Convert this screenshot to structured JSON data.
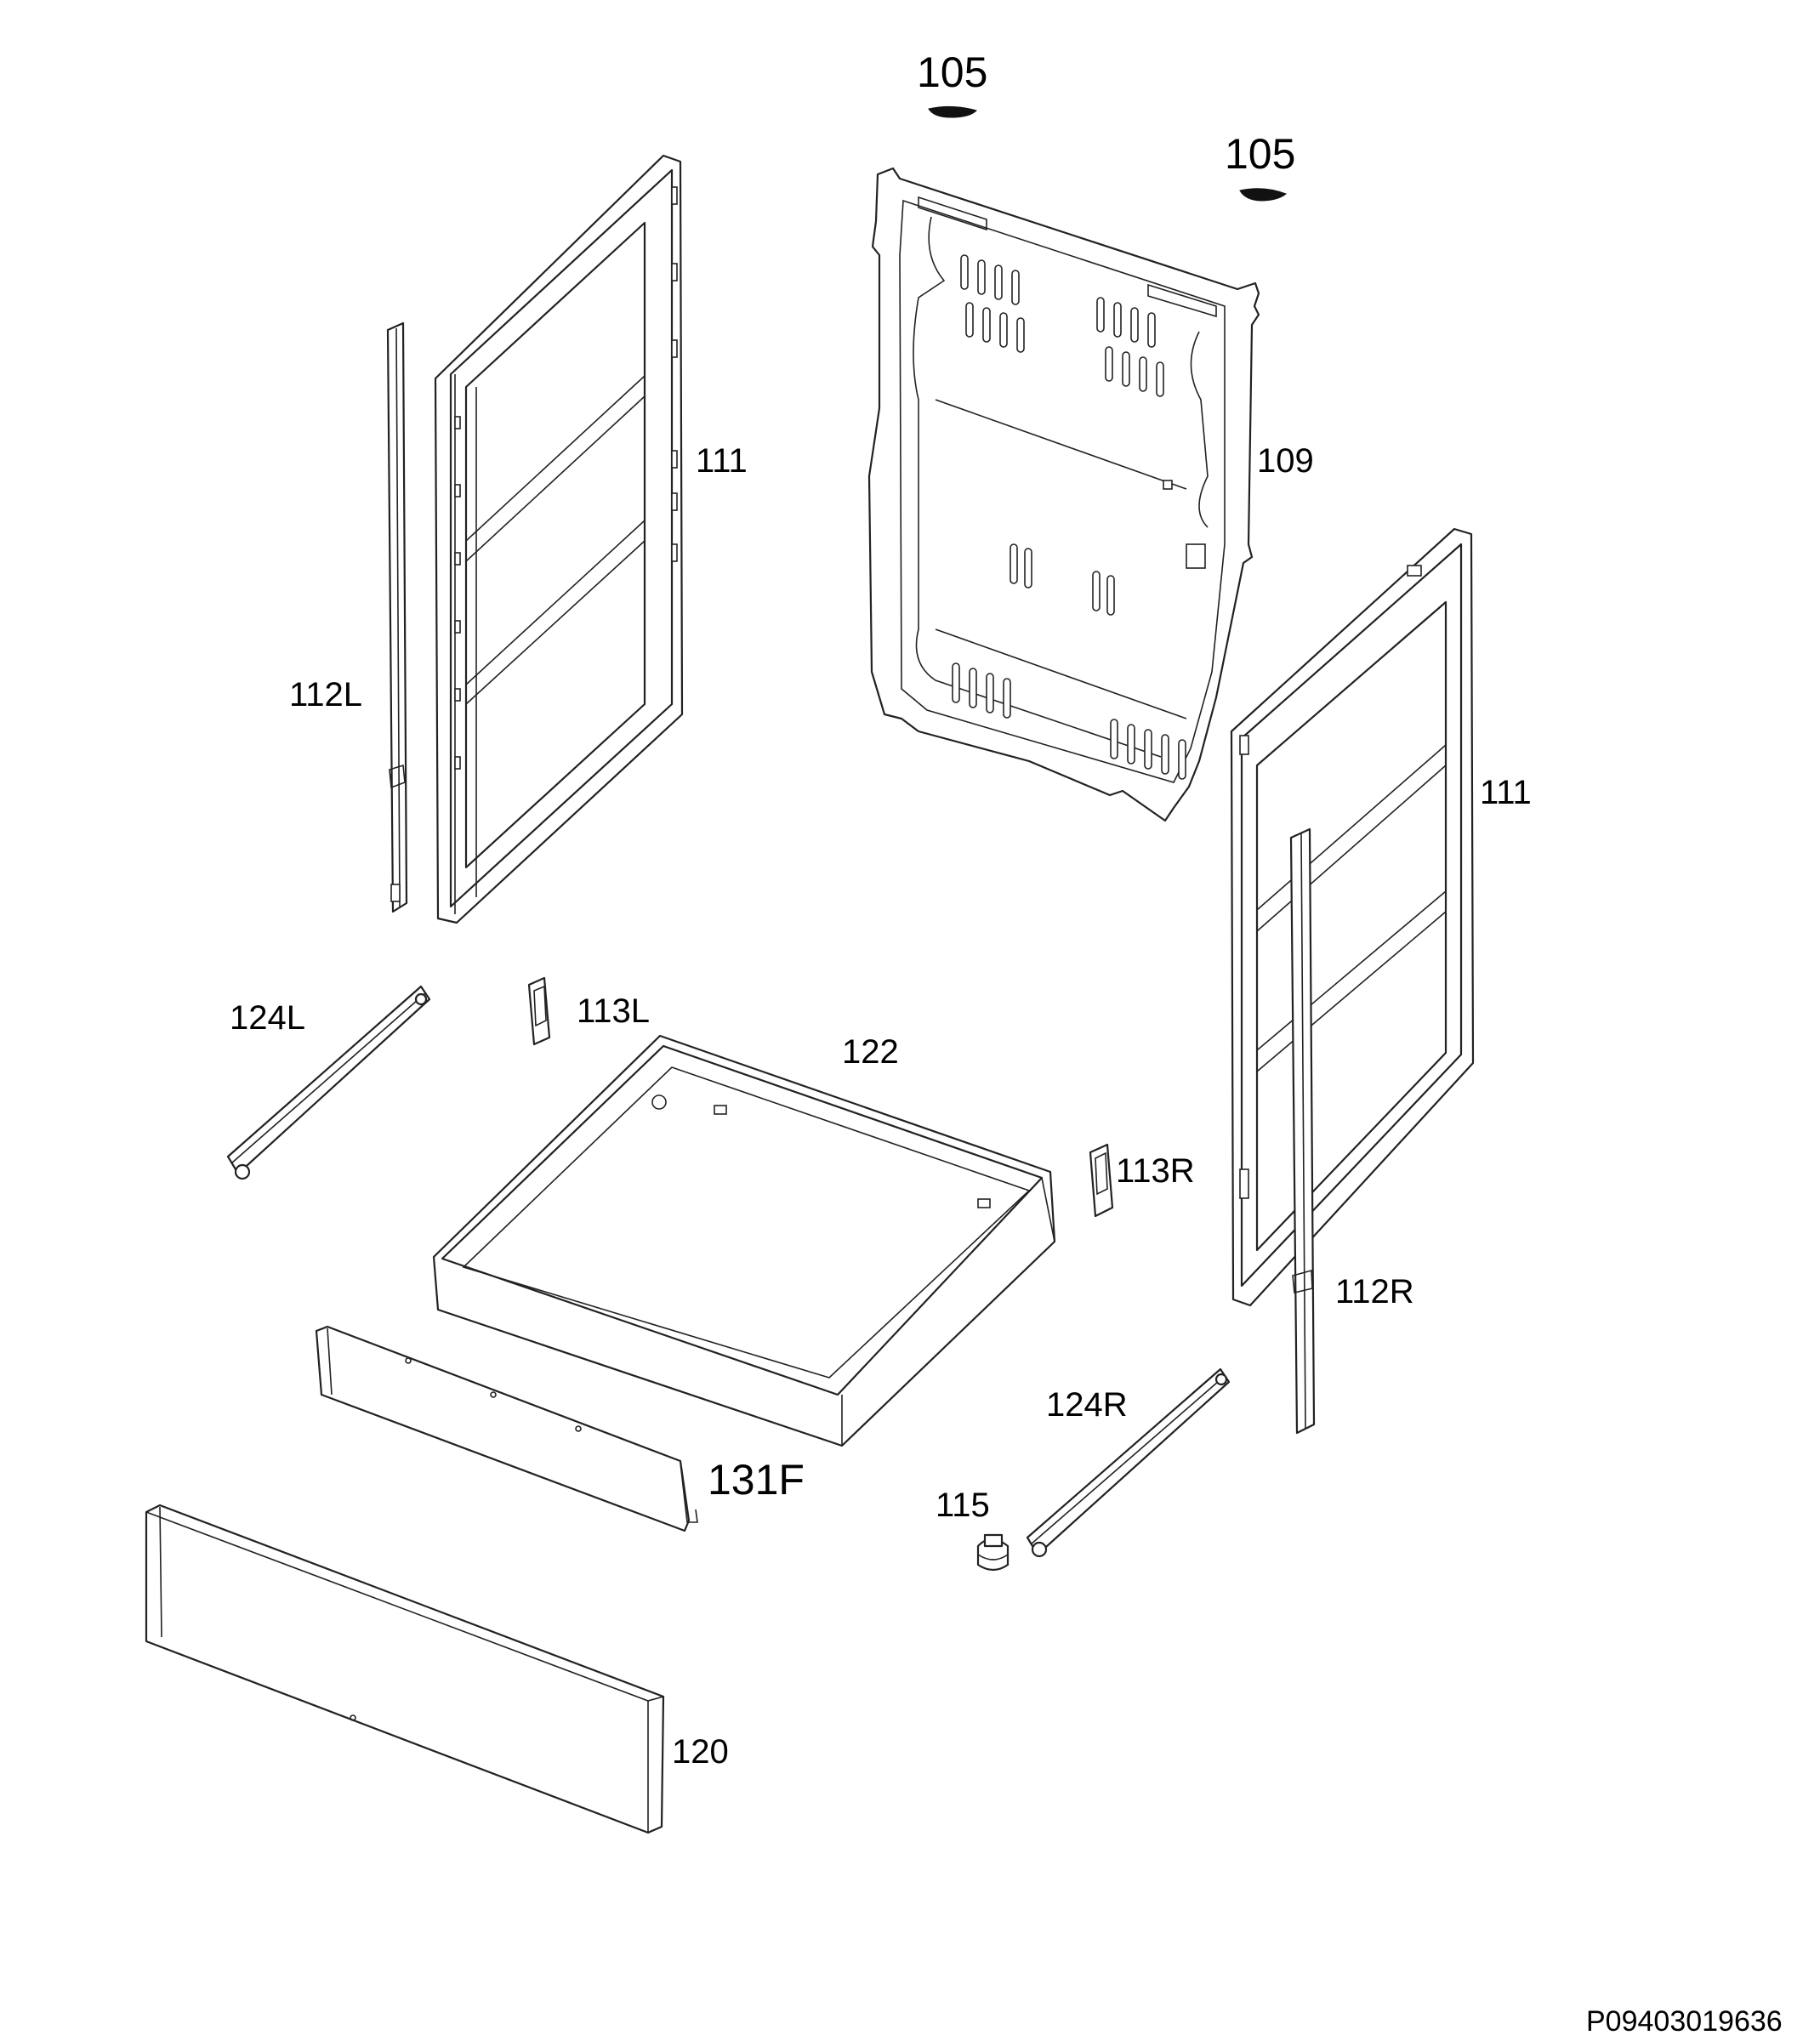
{
  "diagram": {
    "labels": {
      "l105a": "105",
      "l105b": "105",
      "l109": "109",
      "l111a": "111",
      "l111b": "111",
      "l112L": "112L",
      "l112R": "112R",
      "l113L": "113L",
      "l113R": "113R",
      "l115": "115",
      "l120": "120",
      "l122": "122",
      "l124L": "124L",
      "l124R": "124R",
      "l131F": "131F"
    },
    "document_id": "P09403019636"
  }
}
